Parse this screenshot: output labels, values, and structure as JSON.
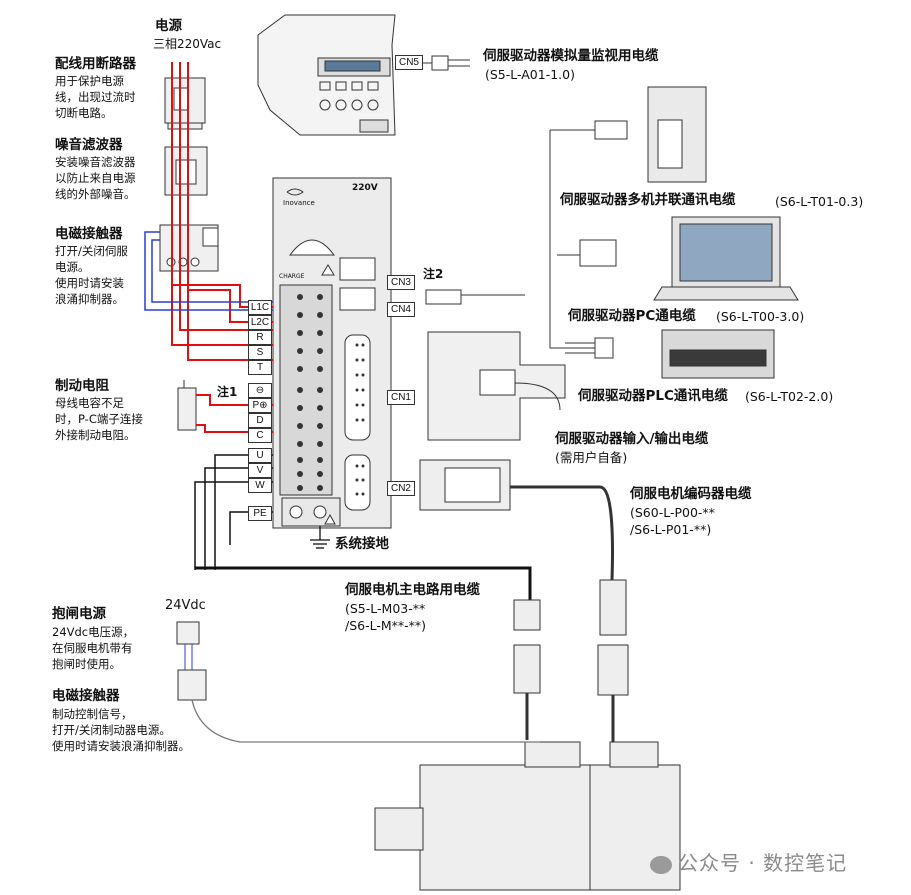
{
  "power": {
    "title": "电源",
    "sub": "三相220Vac"
  },
  "breaker": {
    "title": "配线用断路器",
    "desc": [
      "用于保护电源",
      "线，出现过流时",
      "切断电路。"
    ]
  },
  "noise_filter": {
    "title": "噪音滤波器",
    "desc": [
      "安装噪音滤波器",
      "以防止来自电源",
      "线的外部噪音。"
    ]
  },
  "contactor": {
    "title": "电磁接触器",
    "desc": [
      "打开/关闭伺服",
      "电源。",
      "使用时请安装",
      "浪涌抑制器。"
    ]
  },
  "brake_resistor": {
    "title": "制动电阻",
    "desc": [
      "母线电容不足",
      "时，P-C端子连接",
      "外接制动电阻。"
    ]
  },
  "brake_power": {
    "title": "抱闸电源",
    "voltage": "24Vdc",
    "desc": [
      "24Vdc电压源，",
      "在伺服电机带有",
      "抱闸时使用。"
    ]
  },
  "brake_contactor": {
    "title": "电磁接触器",
    "desc": [
      "制动控制信号，",
      "打开/关闭制动器电源。",
      "使用时请安装浪涌抑制器。"
    ]
  },
  "drive": {
    "model": "220V",
    "brand": "Inovance",
    "charge": "CHARGE"
  },
  "terminals": [
    "L1C",
    "L2C",
    "R",
    "S",
    "T",
    "⊖",
    "P⊕",
    "D",
    "C",
    "U",
    "V",
    "W",
    "PE"
  ],
  "connectors": {
    "cn5": "CN5",
    "cn3": "CN3",
    "cn4": "CN4",
    "cn1": "CN1",
    "cn2": "CN2"
  },
  "notes": {
    "note1": "注1",
    "note2": "注2"
  },
  "ground_label": "系统接地",
  "cables": {
    "monitor": {
      "title": "伺服驱动器模拟量监视用电缆",
      "code": "(S5-L-A01-1.0)"
    },
    "multi": {
      "title": "伺服驱动器多机并联通讯电缆",
      "code": "(S6-L-T01-0.3)"
    },
    "pc": {
      "title": "伺服驱动器PC通电缆",
      "code": "(S6-L-T00-3.0)"
    },
    "plc": {
      "title": "伺服驱动器PLC通讯电缆",
      "code": "(S6-L-T02-2.0)"
    },
    "io": {
      "title": "伺服驱动器输入/输出电缆",
      "sub": "(需用户自备)"
    },
    "encoder": {
      "title": "伺服电机编码器电缆",
      "code1": "(S60-L-P00-**",
      "code2": "/S6-L-P01-**)"
    },
    "main": {
      "title": "伺服电机主电路用电缆",
      "code1": "(S5-L-M03-**",
      "code2": "/S6-L-M**-**)"
    }
  },
  "watermark": "公众号 · 数控笔记",
  "colors": {
    "red": "#e01010",
    "blue": "#2a3fd0",
    "black": "#111111",
    "gray": "#777777"
  }
}
